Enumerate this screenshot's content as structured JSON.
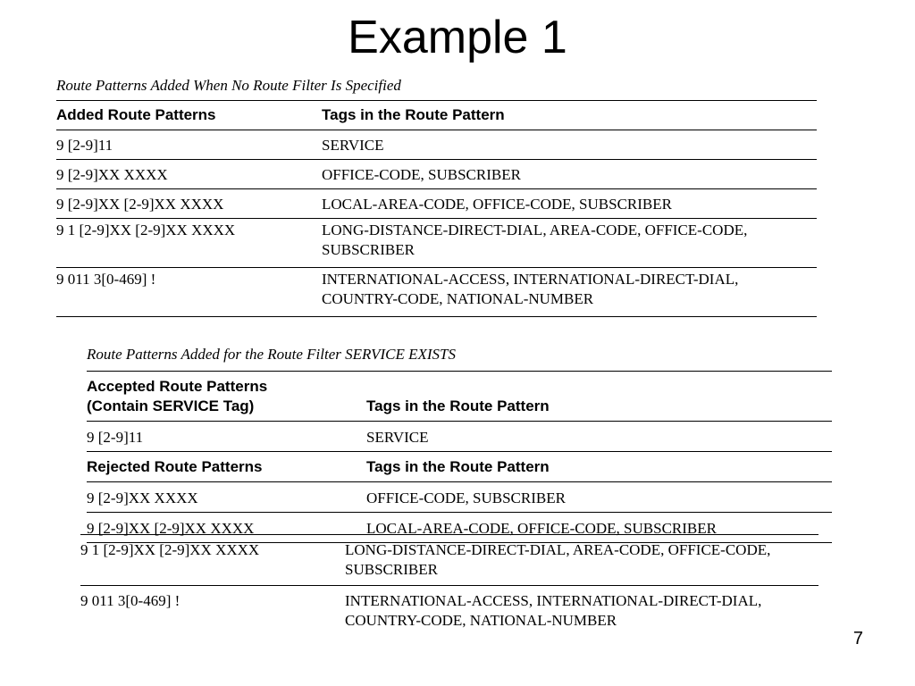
{
  "title": "Example 1",
  "table1": {
    "caption": "Route Patterns Added When No Route Filter Is Specified",
    "headers": [
      "Added Route Patterns",
      "Tags in the Route Pattern"
    ],
    "rows": [
      [
        "9 [2-9]11",
        "SERVICE"
      ],
      [
        "9 [2-9]XX XXXX",
        "OFFICE-CODE, SUBSCRIBER"
      ],
      [
        "9 [2-9]XX [2-9]XX XXXX",
        "LOCAL-AREA-CODE, OFFICE-CODE, SUBSCRIBER"
      ],
      [
        "9 1 [2-9]XX [2-9]XX XXXX",
        "LONG-DISTANCE-DIRECT-DIAL, AREA-CODE, OFFICE-CODE, SUBSCRIBER"
      ],
      [
        "9 011 3[0-469] !",
        "INTERNATIONAL-ACCESS, INTERNATIONAL-DIRECT-DIAL, COUNTRY-CODE, NATIONAL-NUMBER"
      ]
    ]
  },
  "table2": {
    "caption": "Route Patterns Added for the Route Filter SERVICE EXISTS",
    "accepted_header": [
      "Accepted Route Patterns",
      "(Contain SERVICE Tag)",
      "Tags in the Route Pattern"
    ],
    "accepted_rows": [
      [
        "9 [2-9]11",
        "SERVICE"
      ]
    ],
    "rejected_header": [
      "Rejected Route Patterns",
      "Tags in the Route Pattern"
    ],
    "rejected_rows": [
      [
        "9 [2-9]XX XXXX",
        "OFFICE-CODE, SUBSCRIBER"
      ],
      [
        "9 [2-9]XX [2-9]XX XXXX",
        "LOCAL-AREA-CODE, OFFICE-CODE, SUBSCRIBER"
      ]
    ]
  },
  "table3": {
    "rows": [
      [
        "9 1 [2-9]XX [2-9]XX XXXX",
        "LONG-DISTANCE-DIRECT-DIAL, AREA-CODE, OFFICE-CODE, SUBSCRIBER"
      ],
      [
        "9 011 3[0-469] !",
        "INTERNATIONAL-ACCESS, INTERNATIONAL-DIRECT-DIAL, COUNTRY-CODE, NATIONAL-NUMBER"
      ]
    ]
  },
  "page_number": "7"
}
